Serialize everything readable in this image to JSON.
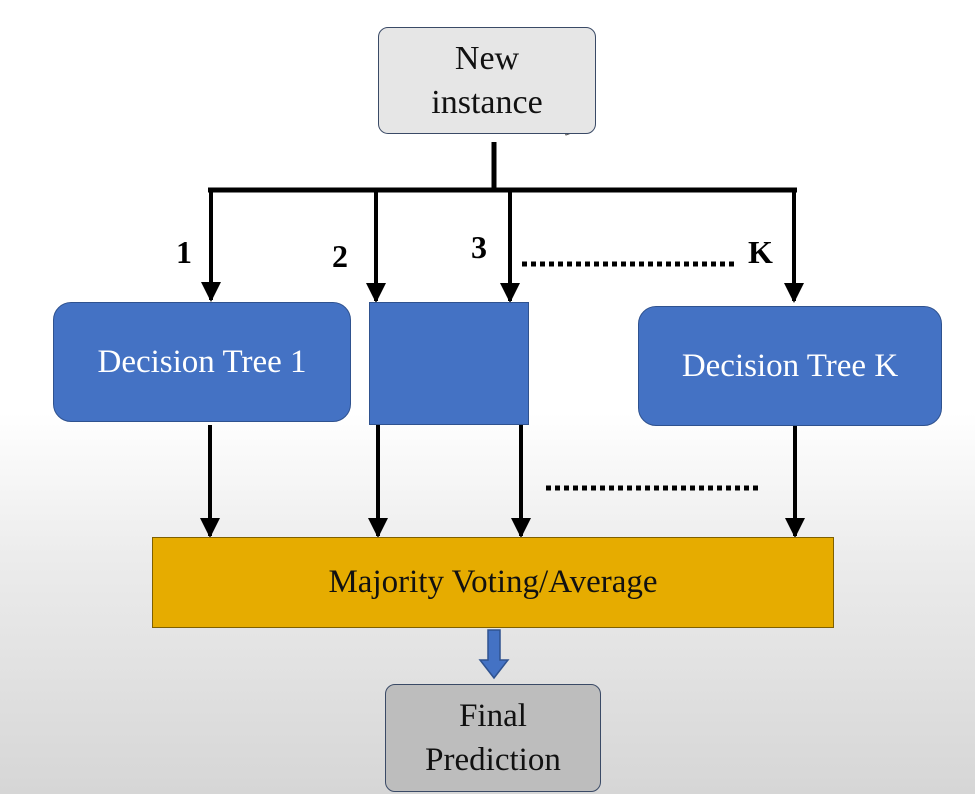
{
  "new_instance": {
    "line1": "New",
    "line2": "instance"
  },
  "branch_labels": [
    "1",
    "2",
    "3",
    "K"
  ],
  "trees": {
    "tree1": "Decision Tree 1",
    "treeK": "Decision Tree K"
  },
  "aggregator": "Majority Voting/Average",
  "final": {
    "line1": "Final",
    "line2": "Prediction"
  },
  "colors": {
    "tree_fill": "#4472c4",
    "aggregator_fill": "#e6ac00",
    "input_fill": "#e6e6e6",
    "output_fill": "#bdbdbd",
    "output_arrow": "#4472c4"
  }
}
